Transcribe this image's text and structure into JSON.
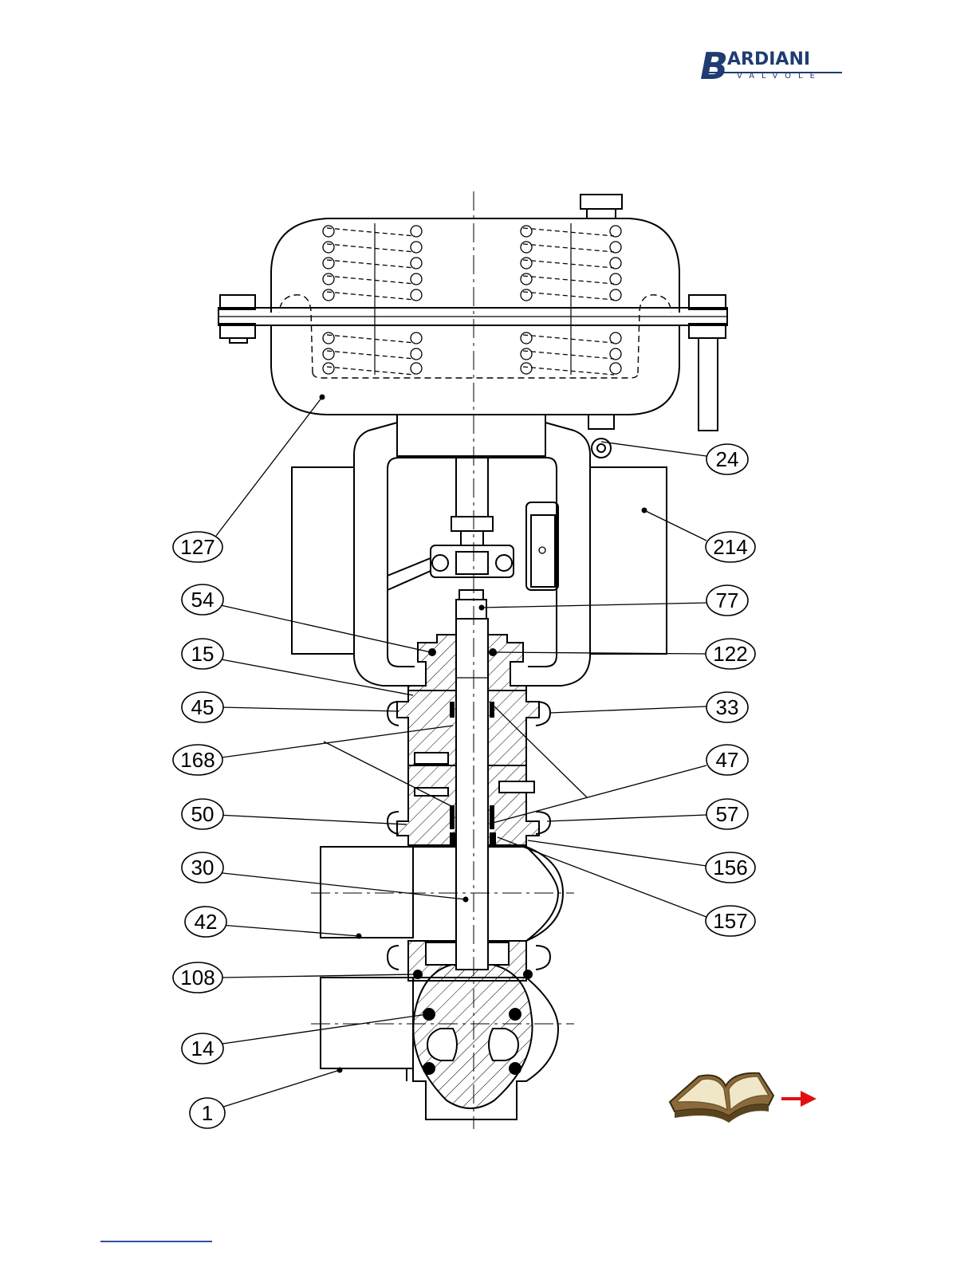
{
  "brand": {
    "name_initial": "B",
    "name_rest": "ARDIANI",
    "sub": "VALVOLE",
    "color": "#1f3c73"
  },
  "callouts": [
    {
      "label": "127",
      "side": "left"
    },
    {
      "label": "54",
      "side": "left"
    },
    {
      "label": "15",
      "side": "left"
    },
    {
      "label": "45",
      "side": "left"
    },
    {
      "label": "168",
      "side": "left"
    },
    {
      "label": "50",
      "side": "left"
    },
    {
      "label": "30",
      "side": "left"
    },
    {
      "label": "42",
      "side": "left"
    },
    {
      "label": "108",
      "side": "left"
    },
    {
      "label": "14",
      "side": "left"
    },
    {
      "label": "1",
      "side": "left"
    },
    {
      "label": "24",
      "side": "right"
    },
    {
      "label": "214",
      "side": "right"
    },
    {
      "label": "77",
      "side": "right"
    },
    {
      "label": "122",
      "side": "right"
    },
    {
      "label": "33",
      "side": "right"
    },
    {
      "label": "47",
      "side": "right"
    },
    {
      "label": "57",
      "side": "right"
    },
    {
      "label": "156",
      "side": "right"
    },
    {
      "label": "157",
      "side": "right"
    }
  ],
  "icons": {
    "manual": "open-book-icon",
    "next": "arrow-right-icon"
  },
  "colors": {
    "line": "#000000",
    "arrow": "#e01010",
    "book_cover": "#8a6a3a",
    "book_pages": "#f0e6c8",
    "link": "#2e4ea8"
  }
}
